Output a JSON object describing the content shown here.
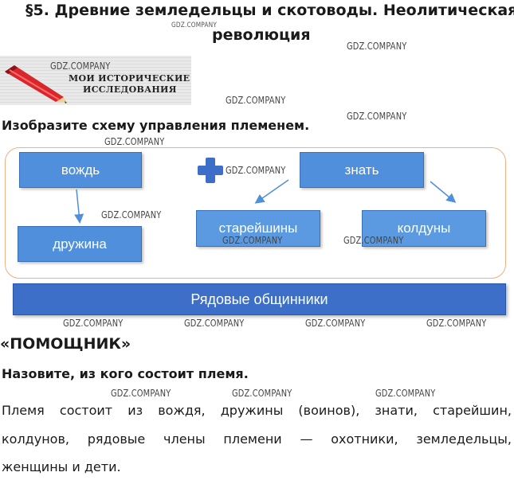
{
  "title": {
    "line1": "§5. Древние земледельцы и скотоводы. Неолитическая",
    "line2": "революция"
  },
  "banner": {
    "line1": "МОИ ИСТОРИЧЕСКИЕ",
    "line2": "ИССЛЕДОВАНИЯ"
  },
  "task1": {
    "heading": "Изобразите схему управления племенем."
  },
  "diagram": {
    "boxes": {
      "leader": "вождь",
      "retinue": "дружина",
      "nobility": "знать",
      "elders": "старейшины",
      "sorcerers": "колдуны",
      "members": "Рядовые общинники"
    }
  },
  "helper": {
    "heading": "«ПОМОЩНИК»",
    "question": "Назовите, из кого состоит племя.",
    "answer_lines": [
      "Племя состоит из вождя, дружины (воинов), знати, старейшин,",
      "колдунов, рядовые члены племени — охотники, земледельцы,",
      "женщины и дети."
    ]
  },
  "watermark": "GDZ.COMPANY"
}
